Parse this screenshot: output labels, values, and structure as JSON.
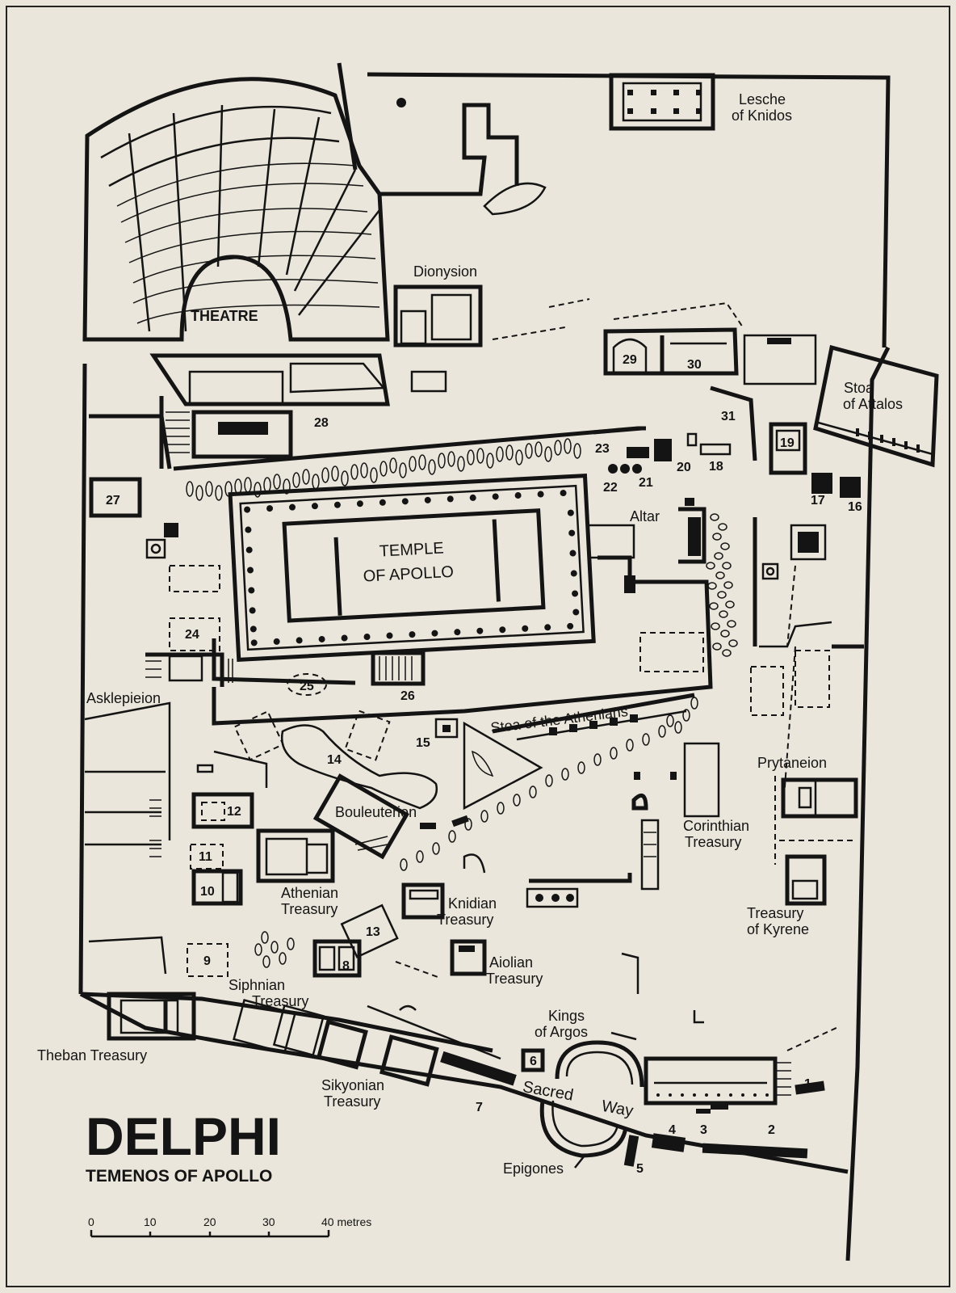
{
  "map": {
    "title": "DELPHI",
    "subtitle": "TEMENOS OF APOLLO",
    "scale": {
      "ticks": [
        "0",
        "10",
        "20",
        "30",
        "40 metres"
      ]
    },
    "labels": {
      "lesche": [
        "Lesche",
        "of Knidos"
      ],
      "theatre": "THEATRE",
      "dionysion": "Dionysion",
      "stoa_attalos": [
        "Stoa",
        "of Attalos"
      ],
      "temple": [
        "TEMPLE",
        "OF APOLLO"
      ],
      "altar": "Altar",
      "asklepieion": "Asklepieion",
      "stoa_athenians": "Stoa of the Athenians",
      "prytaneion": "Prytaneion",
      "bouleuterion": "Bouleuterion",
      "corinthian": [
        "Corinthian",
        "Treasury"
      ],
      "athenian": [
        "Athenian",
        "Treasury"
      ],
      "knidian": [
        "Knidian",
        "Treasury"
      ],
      "kyrene": [
        "Treasury",
        "of Kyrene"
      ],
      "aiolian": [
        "Aiolian",
        "Treasury"
      ],
      "siphnian": [
        "Siphnian",
        "Treasury"
      ],
      "theban": "Theban Treasury",
      "kings": [
        "Kings",
        "of Argos"
      ],
      "sikyonian": [
        "Sikyonian",
        "Treasury"
      ],
      "sacred": "Sacred",
      "way": "Way",
      "epigones": "Epigones"
    },
    "numbers": [
      "1",
      "2",
      "3",
      "4",
      "5",
      "6",
      "7",
      "8",
      "9",
      "10",
      "11",
      "12",
      "13",
      "14",
      "15",
      "16",
      "17",
      "18",
      "19",
      "20",
      "21",
      "22",
      "23",
      "24",
      "25",
      "26",
      "27",
      "28",
      "29",
      "30",
      "31"
    ]
  }
}
